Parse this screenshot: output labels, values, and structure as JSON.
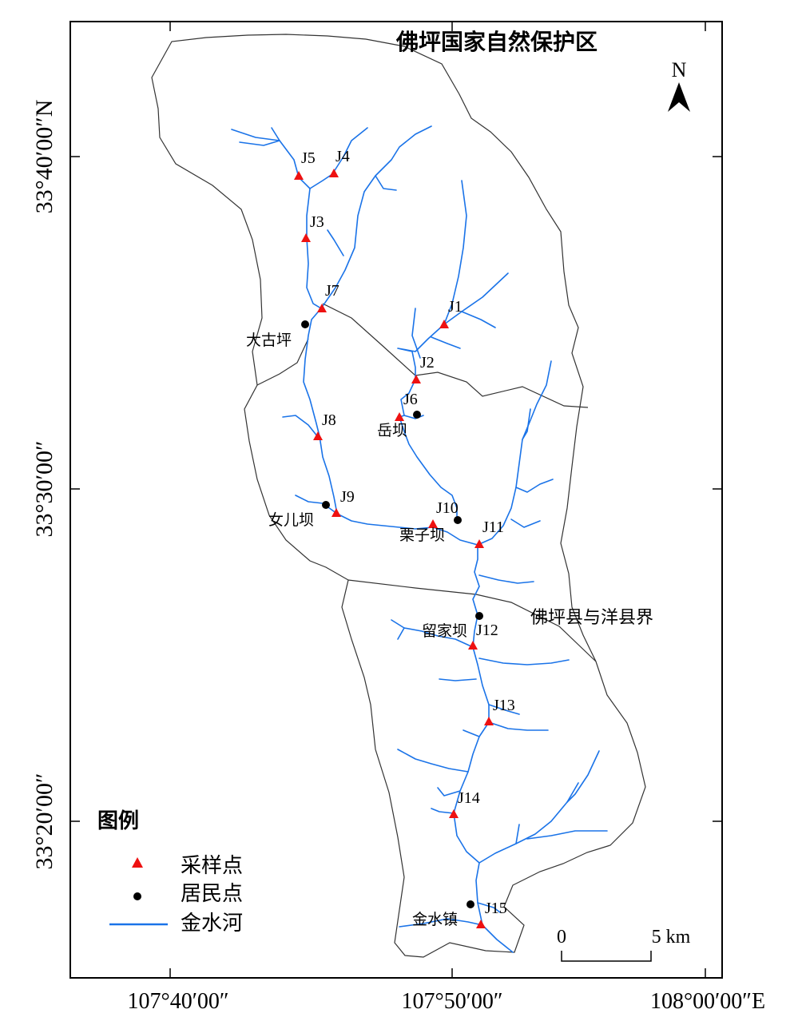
{
  "title": "佛坪国家自然保护区",
  "north_label": "N",
  "boundary_label": "佛坪县与洋县界",
  "lat_labels": [
    "33°40′00″N",
    "33°30′00″",
    "33°20′00″"
  ],
  "lon_labels": [
    "107°40′00″",
    "107°50′00″",
    "108°00′00″E"
  ],
  "scale": {
    "zero": "0",
    "end": "5 km"
  },
  "legend": {
    "title": "图例",
    "items": [
      {
        "symbol": "triangle",
        "label": "采样点",
        "color": "#ee1111"
      },
      {
        "symbol": "dot",
        "label": "居民点",
        "color": "#000000"
      },
      {
        "symbol": "line",
        "label": "金水河",
        "color": "#1a73e8"
      }
    ]
  },
  "sample_points": [
    "J1",
    "J2",
    "J3",
    "J4",
    "J5",
    "J6",
    "J7",
    "J8",
    "J9",
    "J10",
    "J11",
    "J12",
    "J13",
    "J14",
    "J15"
  ],
  "settlements": [
    "大古坪",
    "岳坝",
    "女儿坝",
    "栗子坝",
    "留家坝",
    "金水镇"
  ],
  "colors": {
    "river": "#1a73e8",
    "sample": "#ee1111",
    "settlement": "#000000",
    "boundary": "#333333"
  }
}
